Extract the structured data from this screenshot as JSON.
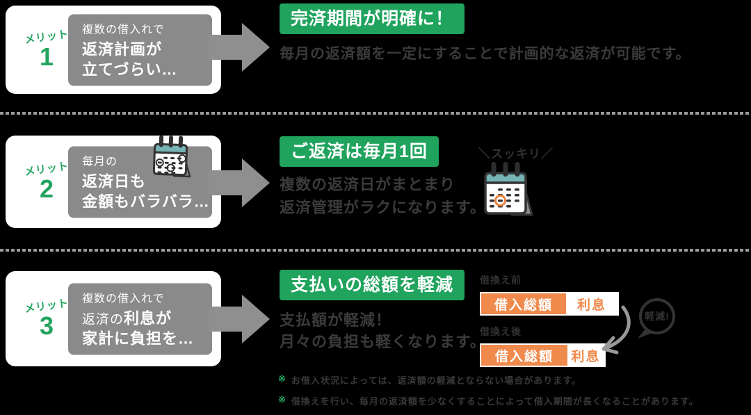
{
  "colors": {
    "background": "#000000",
    "accent_green": "#23a45e",
    "headline_green": "#1fa35d",
    "problem_box_gray": "#8a8a8a",
    "arrow_gray": "#8f8f8f",
    "text_dark": "#3b3b3b",
    "orange": "#ef8a4c",
    "calendar_teal": "#76b3b4"
  },
  "rows": [
    {
      "badge": {
        "label": "メリット",
        "number": "1"
      },
      "problem": {
        "line1": "複数の借入れで",
        "line2": "返済計画が",
        "line3": "立てづらい…"
      },
      "headline": "完済期間が明確に！",
      "desc1": "毎月の返済額を一定にすることで計画的な返済が可能です。"
    },
    {
      "badge": {
        "label": "メリット",
        "number": "2"
      },
      "problem": {
        "line1": "毎月の",
        "line2": "返済日も",
        "line3": "金額もバラバラ…"
      },
      "headline": "ご返済は毎月1回",
      "desc1": "複数の返済日がまとまり",
      "desc2": "返済管理がラクになります。",
      "sukkiri": "＼スッキリ／"
    },
    {
      "badge": {
        "label": "メリット",
        "number": "3"
      },
      "problem": {
        "line1": "複数の借入れで",
        "line2a": "返済の",
        "line2b": "利息が",
        "line3": "家計に負担を…"
      },
      "headline": "支払いの総額を軽減",
      "desc1": "支払額が軽減！",
      "desc2": "月々の負担も軽くなります。",
      "comparison": {
        "before_label": "借換え前",
        "after_label": "借換え後",
        "principal": "借入総額",
        "interest": "利息",
        "bubble": "軽減!"
      },
      "notes": {
        "marker": "※",
        "note1": "お借入状況によっては、返済額の軽減とならない場合があります。",
        "note2": "借換えを行い、毎月の返済額を少なくすることによって借入期間が長くなることがあります。"
      }
    }
  ]
}
